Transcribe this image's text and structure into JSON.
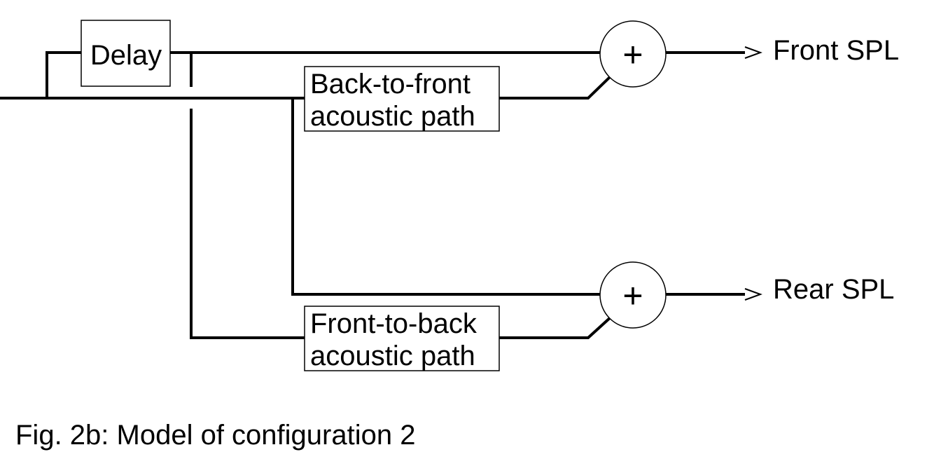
{
  "blocks": {
    "delay": {
      "label": "Delay"
    },
    "back_to_front": {
      "line1": "Back-to-front",
      "line2": "acoustic path"
    },
    "front_to_back": {
      "line1": "Front-to-back",
      "line2": "acoustic path"
    }
  },
  "summers": {
    "front": {
      "symbol": "+"
    },
    "rear": {
      "symbol": "+"
    }
  },
  "outputs": {
    "front": "Front SPL",
    "rear": "Rear SPL"
  },
  "caption": "Fig. 2b: Model of configuration 2",
  "colors": {
    "ink": "#000000",
    "paper": "#ffffff"
  }
}
